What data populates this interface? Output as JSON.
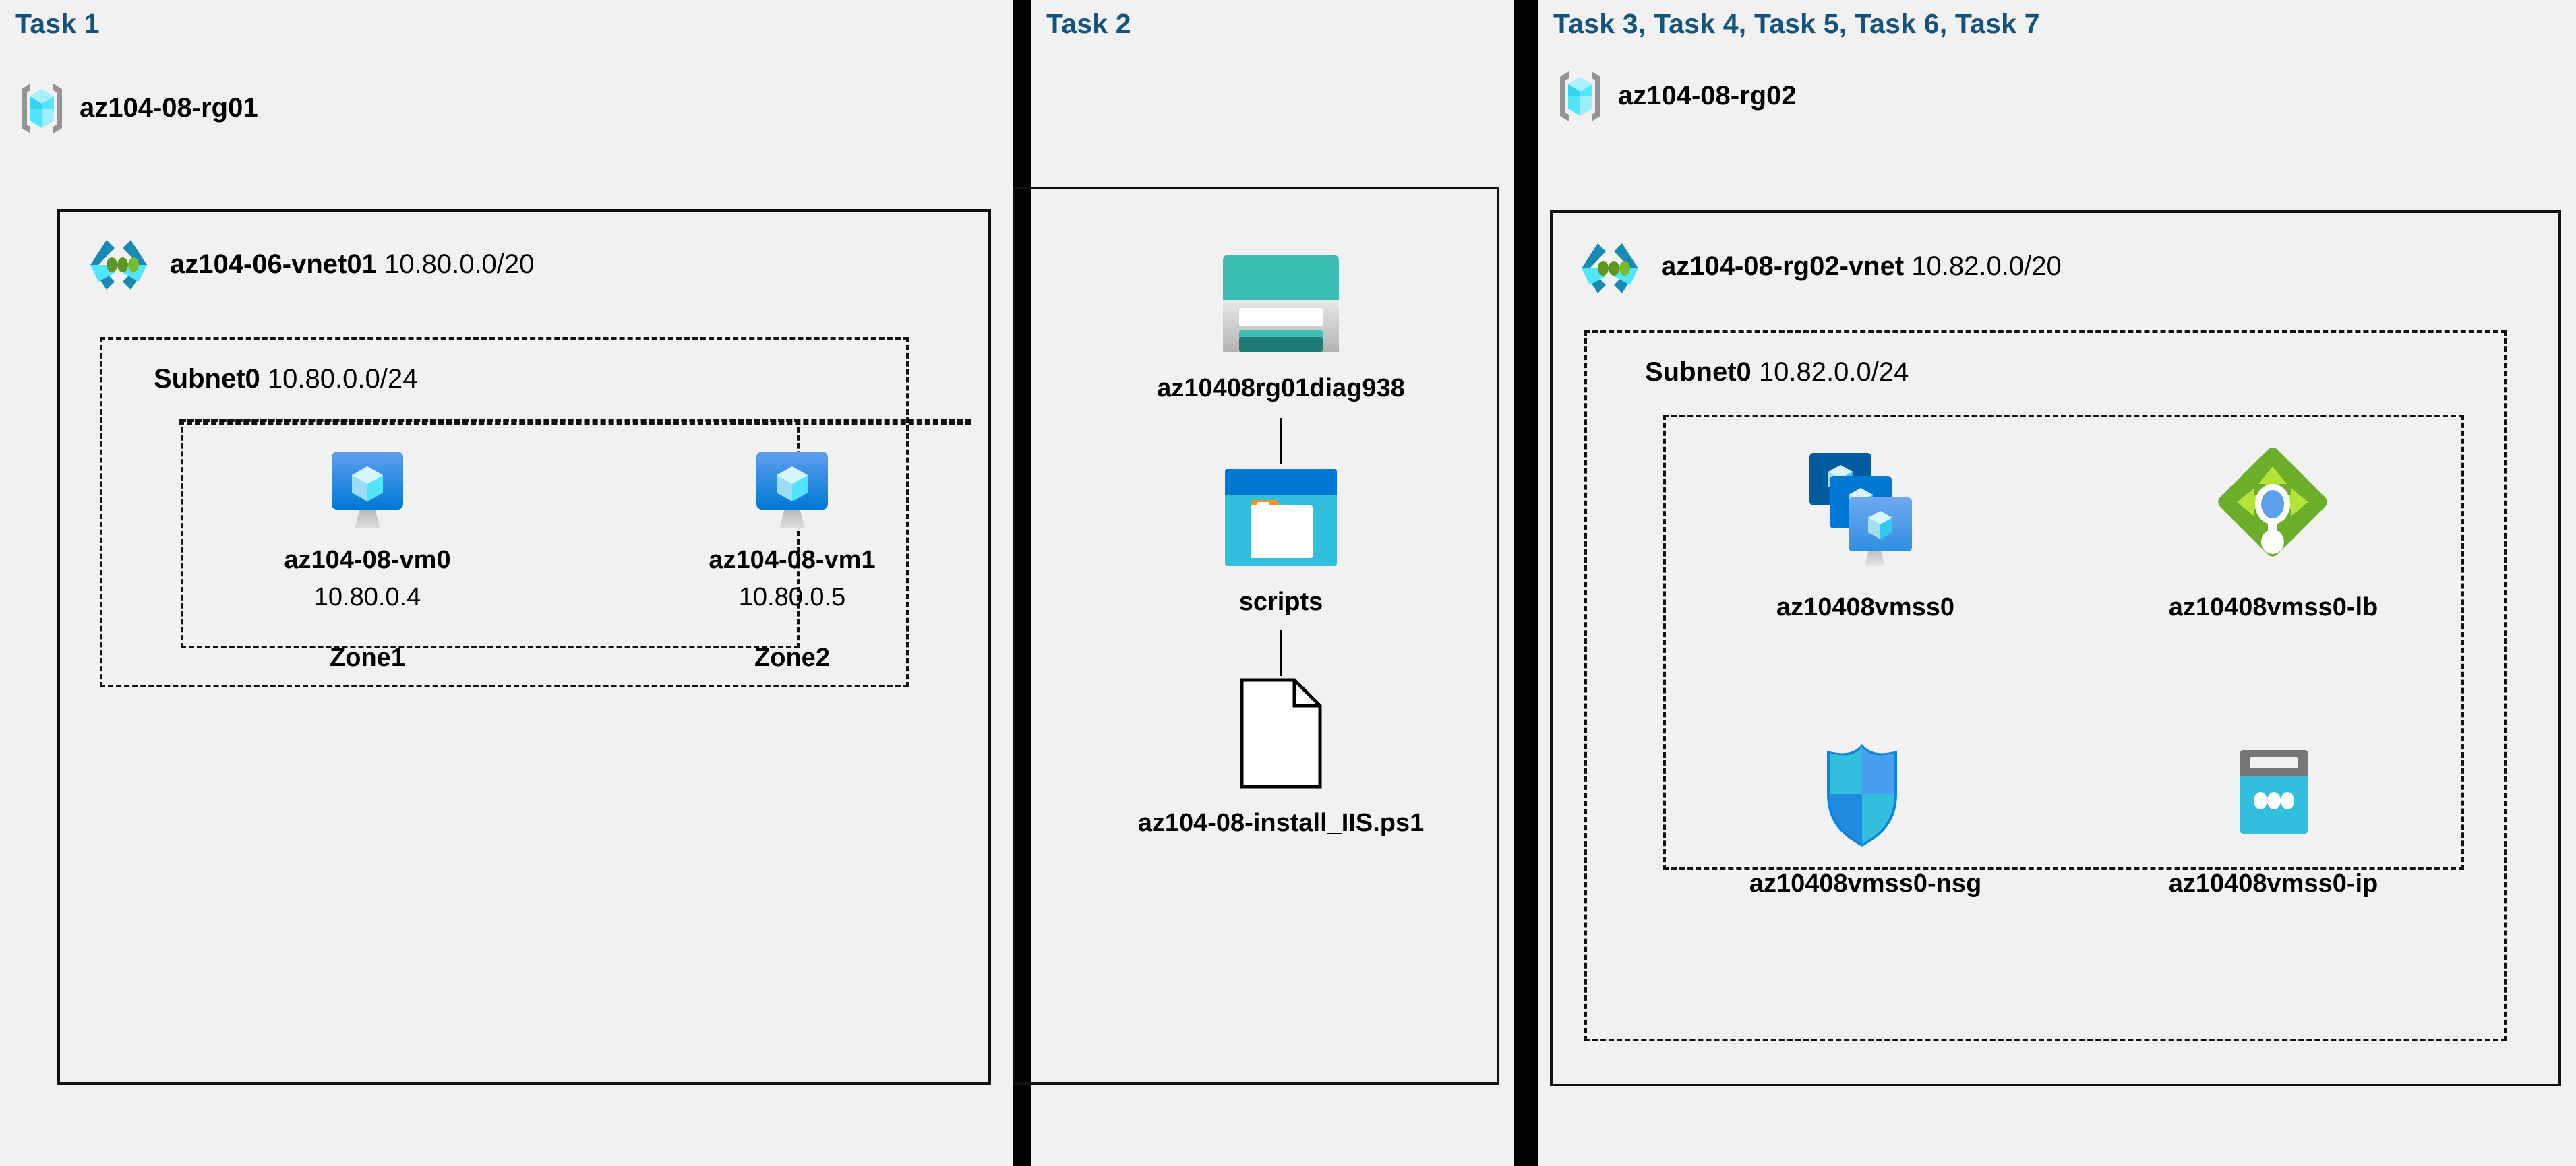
{
  "diagram": {
    "title": "Azure AZ-104 Lab 08 architecture",
    "background": "#f1f1f1",
    "accent": "#15537f"
  },
  "panels": [
    {
      "id": "task1",
      "task_label": "Task 1",
      "resource_group": {
        "name": "az104-08-rg01",
        "icon": "resource-group-icon"
      },
      "vnet": {
        "name": "az104-06-vnet01",
        "cidr": "10.80.0.0/20",
        "icon": "virtual-network-icon"
      },
      "subnet": {
        "name": "Subnet0",
        "cidr": "10.80.0.0/24"
      },
      "nodes": [
        {
          "icon": "virtual-machine-icon",
          "name": "az104-08-vm0",
          "ip": "10.80.0.4",
          "zone": "Zone1"
        },
        {
          "icon": "virtual-machine-icon",
          "name": "az104-08-vm1",
          "ip": "10.80.0.5",
          "zone": "Zone2"
        }
      ]
    },
    {
      "id": "task2",
      "task_label": "Task 2",
      "nodes": [
        {
          "icon": "storage-account-icon",
          "name": "az10408rg01diag938"
        },
        {
          "icon": "blob-container-icon",
          "name": "scripts"
        },
        {
          "icon": "file-icon",
          "name": "az104-08-install_IIS.ps1"
        }
      ]
    },
    {
      "id": "task3",
      "task_label": "Task 3, Task 4, Task 5, Task 6, Task 7",
      "resource_group": {
        "name": "az104-08-rg02",
        "icon": "resource-group-icon"
      },
      "vnet": {
        "name": "az104-08-rg02-vnet",
        "cidr": "10.82.0.0/20",
        "icon": "virtual-network-icon"
      },
      "subnet": {
        "name": "Subnet0",
        "cidr": "10.82.0.0/24"
      },
      "nodes": [
        {
          "icon": "vm-scale-set-icon",
          "name": "az10408vmss0"
        },
        {
          "icon": "load-balancer-icon",
          "name": "az10408vmss0-lb"
        },
        {
          "icon": "network-security-group-icon",
          "name": "az10408vmss0-nsg"
        },
        {
          "icon": "public-ip-address-icon",
          "name": "az10408vmss0-ip"
        }
      ]
    }
  ],
  "colors": {
    "task_label": "#15537f",
    "panel_bg": "#f1f1f1",
    "divider": "#000000",
    "storage_teal": "#3cbfb2",
    "storage_teal_dark": "#1d7b73",
    "blob_blue": "#0078d4",
    "blob_cyan": "#32bedd",
    "lb_green": "#6cae2a",
    "lb_light_green": "#b4e33a",
    "nsg_blue": "#32bedd",
    "vm_blue": "#0078d4"
  }
}
